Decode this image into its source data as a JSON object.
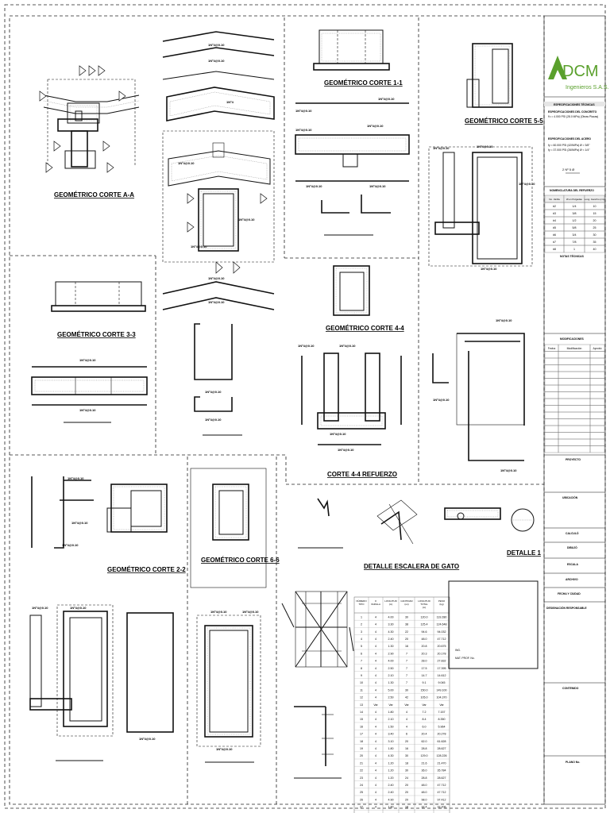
{
  "titles": {
    "a": "GEOMÉTRICO CORTE A-A",
    "c11": "GEOMÉTRICO CORTE 1-1",
    "c55": "GEOMÉTRICO CORTE 5-5",
    "c33": "GEOMÉTRICO CORTE 3-3",
    "c44": "GEOMÉTRICO CORTE 4-4",
    "c44r": "CORTE 4-4 REFUERZO",
    "c22": "GEOMÉTRICO CORTE 2-2",
    "c66": "GEOMÉTRICO CORTE 6-6",
    "gato": "DETALLE ESCALERA DE GATO",
    "det1": "DETALLE 1"
  },
  "bar_label": "1Nº4@0.10",
  "bar_label_short": "1Nº4",
  "title_block": {
    "logo_letters": "DCM",
    "company": "Ingenieros S.A.S.",
    "specs_header": "ESPECIFICACIONES TÉCNICAS",
    "concrete_title": "ESPECIFICACIONES DEL CONCRETO",
    "concrete_value": "f'c = 4.000 PSI (28.0 MPa) (Obras Placas)",
    "steel_title": "ESPECIFICACIONES DEL ACERO",
    "steel_value_1": "fy = 60.000 PSI (420MPa) Ø > 3/8\"",
    "steel_value_2": "fy = 37.000 PSI (260MPa) Ø < 1/4\"",
    "symbol": "2 Nº 5 Ø",
    "nomenclature_header": "NOMENCLATURA DEL REFUERZO",
    "nomenclature_cols": [
      "No. Varilla",
      "Ø en Pulgadas",
      "Long. Gancho (cm)"
    ],
    "nomenclature_rows": [
      [
        "#2",
        "1/4",
        "10"
      ],
      [
        "#3",
        "3/8",
        "15"
      ],
      [
        "#4",
        "1/2",
        "20"
      ],
      [
        "#5",
        "5/8",
        "25"
      ],
      [
        "#6",
        "3/4",
        "30"
      ],
      [
        "#7",
        "7/8",
        "35"
      ],
      [
        "#8",
        "1",
        "40"
      ]
    ],
    "notes_header": "NOTAS TÉCNICAS",
    "modifications_header": "MODIFICACIONES",
    "modifications_cols": [
      "Fecha",
      "Modificación",
      "Aprobó"
    ],
    "project_label": "PROYECTO",
    "location_label": "UBICACIÓN",
    "calculation_label": "CALCULÓ",
    "drawing_label": "DIBUJÓ",
    "scale_label": "ESCALA",
    "file_label": "ARCHIVO",
    "date_label": "FECHA Y CIUDAD",
    "responsible_label": "DESIGNACIÓN RESPONSABLE",
    "content_label": "CONTENIDO",
    "sheet_label": "PLANO No.",
    "engineer_label": "ING.",
    "mat_label": "MAT. PROF. No."
  },
  "rebar_table": {
    "headers": [
      "NÚMERO TIPO",
      "# VARILLA",
      "LONGITUD (m)",
      "CANTIDAD (un)",
      "LONGITUD TOTAL (m)",
      "PESO (kg)"
    ],
    "rows": [
      [
        "1",
        "4",
        "4.00",
        "30",
        "120.0",
        "119.280"
      ],
      [
        "2",
        "4",
        "3.30",
        "38",
        "125.4",
        "124.648"
      ],
      [
        "3",
        "4",
        "4.30",
        "22",
        "94.6",
        "94.032"
      ],
      [
        "4",
        "4",
        "2.40",
        "20",
        "48.0",
        "47.712"
      ],
      [
        "5",
        "4",
        "1.30",
        "16",
        "20.8",
        "20.675"
      ],
      [
        "6",
        "4",
        "2.90",
        "7",
        "20.3",
        "20.178"
      ],
      [
        "7",
        "4",
        "4.00",
        "7",
        "28.0",
        "27.832"
      ],
      [
        "8",
        "4",
        "2.50",
        "7",
        "17.5",
        "17.395"
      ],
      [
        "9",
        "4",
        "2.10",
        "7",
        "14.7",
        "14.612"
      ],
      [
        "10",
        "4",
        "1.30",
        "7",
        "9.1",
        "9.045"
      ],
      [
        "11",
        "4",
        "5.00",
        "30",
        "150.0",
        "149.100"
      ],
      [
        "12",
        "4",
        "2.50",
        "42",
        "105.0",
        "104.370"
      ],
      [
        "13",
        "Var",
        "Var",
        "Var",
        "Var",
        "Var"
      ],
      [
        "14",
        "4",
        "1.80",
        "4",
        "7.2",
        "7.157"
      ],
      [
        "15",
        "4",
        "2.10",
        "4",
        "8.4",
        "8.350"
      ],
      [
        "16",
        "4",
        "1.50",
        "4",
        "6.0",
        "5.964"
      ],
      [
        "17",
        "4",
        "3.40",
        "6",
        "20.4",
        "20.278"
      ],
      [
        "18",
        "4",
        "3.10",
        "20",
        "62.0",
        "61.628"
      ],
      [
        "19",
        "4",
        "1.80",
        "16",
        "28.8",
        "28.627"
      ],
      [
        "20",
        "4",
        "4.30",
        "30",
        "129.0",
        "128.226"
      ],
      [
        "21",
        "4",
        "1.20",
        "18",
        "21.6",
        "21.470"
      ],
      [
        "22",
        "4",
        "1.20",
        "30",
        "36.0",
        "35.784"
      ],
      [
        "23",
        "4",
        "1.20",
        "24",
        "28.8",
        "28.627"
      ],
      [
        "24",
        "4",
        "2.40",
        "20",
        "48.0",
        "47.712"
      ],
      [
        "25",
        "4",
        "2.40",
        "20",
        "48.0",
        "47.712"
      ],
      [
        "26",
        "4",
        "4.90",
        "20",
        "98.0",
        "97.412"
      ],
      [
        "27",
        "4",
        "1.80",
        "18",
        "32.4",
        "32.206"
      ],
      [
        "28",
        "4",
        "2.10",
        "14",
        "29.4",
        "29.224"
      ]
    ]
  },
  "colors": {
    "logo_green": "#5aa02c",
    "ink": "#111111",
    "dash": "#222222"
  }
}
